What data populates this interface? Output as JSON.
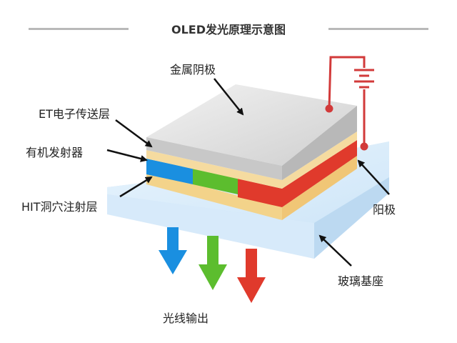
{
  "title": "OLED发光原理示意图",
  "labels": {
    "metal_cathode": "金属阴极",
    "et_layer": "ET电子传送层",
    "organic_emitter": "有机发射器",
    "hit_layer": "HIT洞穴注射层",
    "anode": "阳极",
    "glass_substrate": "玻璃基座",
    "light_output": "光线输出"
  },
  "colors": {
    "glass": "#d9ecfb",
    "cathode": "#dcdcdc",
    "et_layer": "#f5dba0",
    "blue": "#1a8fe0",
    "green": "#5cbd2e",
    "red": "#e03a2c",
    "wire": "#d23a3a"
  }
}
